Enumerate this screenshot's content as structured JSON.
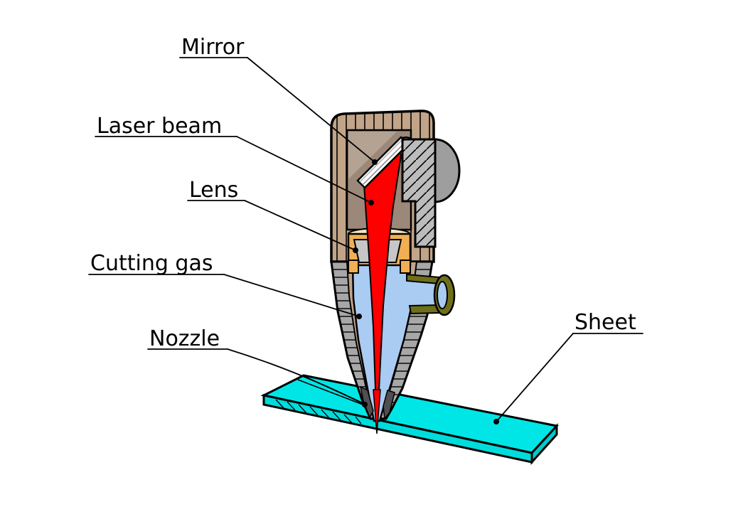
{
  "diagram": {
    "subject": "Laser cutting head cross-section",
    "labels": {
      "mirror": {
        "text": "Mirror"
      },
      "laser_beam": {
        "text": "Laser beam"
      },
      "lens": {
        "text": "Lens"
      },
      "cutting_gas": {
        "text": "Cutting gas"
      },
      "nozzle": {
        "text": "Nozzle"
      },
      "sheet": {
        "text": "Sheet"
      }
    },
    "colors": {
      "beam": "#FF0000",
      "sheet": "#00E6E6",
      "sheet_front": "#00DCDC",
      "sheet_end": "#00CBCB",
      "gas": "#AACBF2",
      "housing": "#C2A488",
      "cavity": "#9B8878",
      "cavity_light": "#B4A292",
      "lens_holder": "#F0AF52",
      "lens_rim": "#F4E6C4",
      "lens": "#C6C6C6",
      "metal": "#BCBCBC",
      "dome": "#9E9E9E",
      "cone": "#A7A7A7",
      "port": "#6F6F1A",
      "nozzle_tip": "#4F4F4F",
      "outline": "#000000",
      "background": "#FFFFFF"
    }
  }
}
